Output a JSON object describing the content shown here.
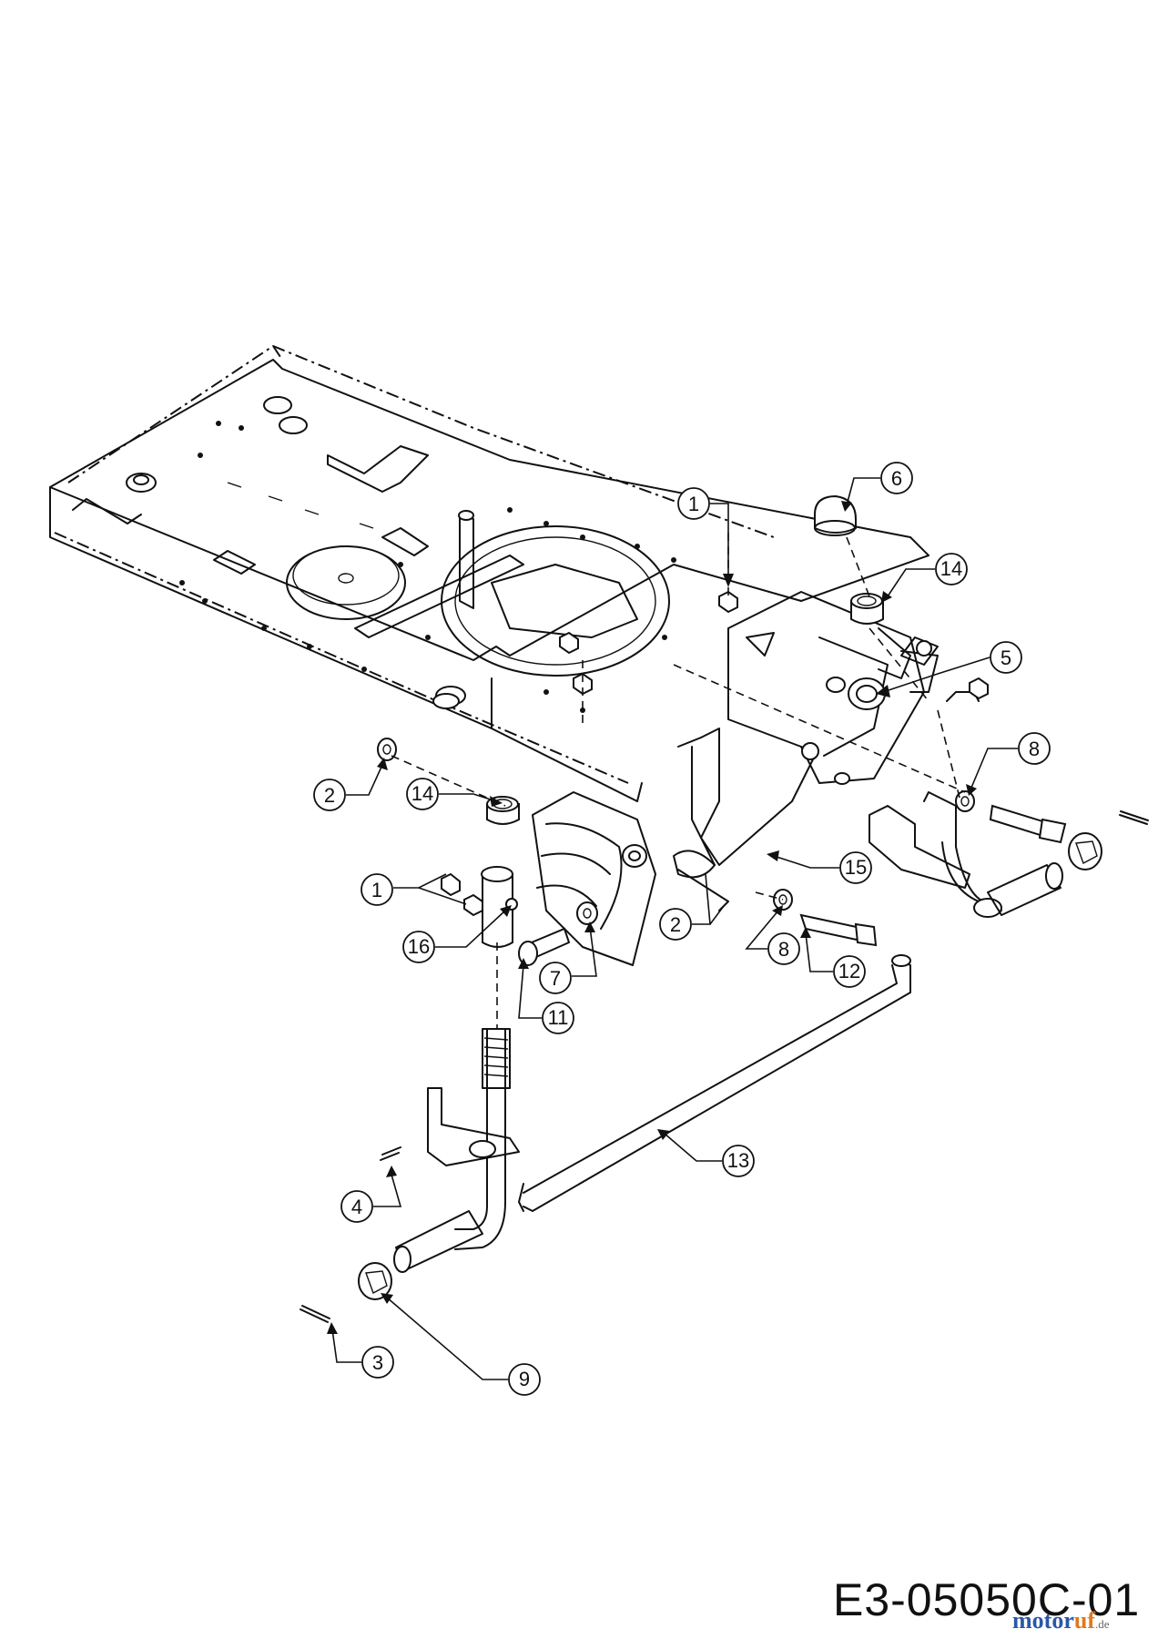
{
  "drawing_code": "E3-05050C-01",
  "watermark": {
    "brand": "motoruf",
    "tld": ".de",
    "color_blue": "#2a58a8",
    "color_orange": "#e07a1f"
  },
  "callouts": [
    {
      "id": "c1a",
      "label": "1"
    },
    {
      "id": "c1b",
      "label": "1"
    },
    {
      "id": "c2a",
      "label": "2"
    },
    {
      "id": "c2b",
      "label": "2"
    },
    {
      "id": "c3",
      "label": "3"
    },
    {
      "id": "c4",
      "label": "4"
    },
    {
      "id": "c5",
      "label": "5"
    },
    {
      "id": "c6",
      "label": "6"
    },
    {
      "id": "c7",
      "label": "7"
    },
    {
      "id": "c8a",
      "label": "8"
    },
    {
      "id": "c8b",
      "label": "8"
    },
    {
      "id": "c9",
      "label": "9"
    },
    {
      "id": "c11",
      "label": "11"
    },
    {
      "id": "c12",
      "label": "12"
    },
    {
      "id": "c13",
      "label": "13"
    },
    {
      "id": "c14a",
      "label": "14"
    },
    {
      "id": "c14b",
      "label": "14"
    },
    {
      "id": "c15",
      "label": "15"
    },
    {
      "id": "c16",
      "label": "16"
    }
  ]
}
